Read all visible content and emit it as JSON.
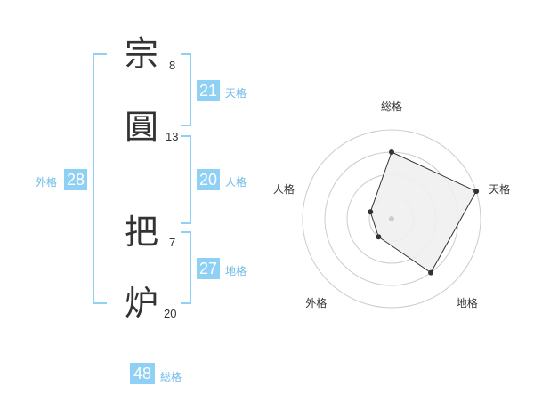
{
  "characters": [
    {
      "char": "宗",
      "strokes": "8"
    },
    {
      "char": "圓",
      "strokes": "13"
    },
    {
      "char": "把",
      "strokes": "7"
    },
    {
      "char": "炉",
      "strokes": "20"
    }
  ],
  "fortunes": {
    "tenkaku": {
      "value": "21",
      "label": "天格"
    },
    "jinkaku": {
      "value": "20",
      "label": "人格"
    },
    "chikaku": {
      "value": "27",
      "label": "地格"
    },
    "gaikaku": {
      "value": "28",
      "label": "外格"
    },
    "soukaku": {
      "value": "48",
      "label": "総格"
    }
  },
  "chart_data": {
    "type": "radar",
    "axes": [
      "総格",
      "天格",
      "地格",
      "外格",
      "人格"
    ],
    "values": [
      0.75,
      1.0,
      0.75,
      0.25,
      0.25
    ],
    "rings": 4,
    "colors": {
      "fill": "#f0f0f0",
      "stroke": "#333333",
      "grid": "#cccccc",
      "accent": "#8fd0f5"
    }
  }
}
